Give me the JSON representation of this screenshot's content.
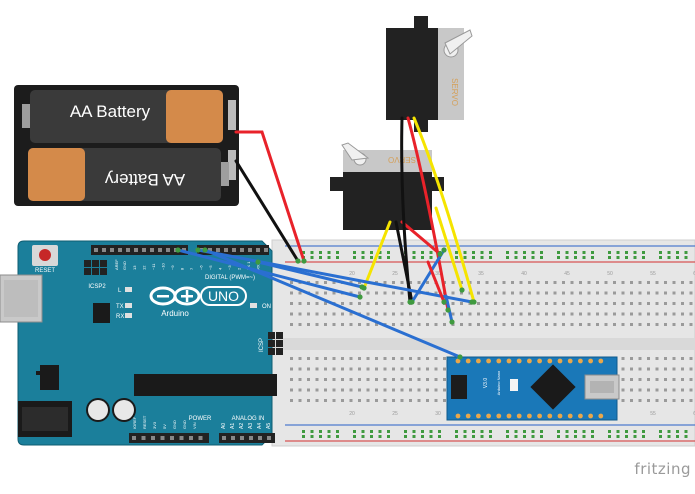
{
  "battery_pack": {
    "cell_top_label": "AA Battery",
    "cell_bottom_label": "AA Battery"
  },
  "servos": {
    "servo_a_label": "SERVO",
    "servo_b_label": "SERVO"
  },
  "arduino_uno": {
    "logo_text": "UNO",
    "brand_text": "Arduino",
    "reset_label": "RESET",
    "icsp2_label": "ICSP2",
    "icsp_label": "ICSP",
    "digital_label": "DIGITAL (PWM=~)",
    "aref_label": "AREF",
    "gnd_label": "GND",
    "on_label": "ON",
    "tx_label": "TX",
    "rx_label": "RX",
    "l_label": "L",
    "power_label": "POWER",
    "analog_label": "ANALOG IN",
    "power_pins": [
      "IOREF",
      "RESET",
      "3V3",
      "5V",
      "GND",
      "GND",
      "VIN"
    ],
    "analog_pins": [
      "A0",
      "A1",
      "A2",
      "A3",
      "A4",
      "A5"
    ],
    "digital_pins": [
      "13",
      "12",
      "~11",
      "~10",
      "~9",
      "8",
      "7",
      "~6",
      "~5",
      "4",
      "~3",
      "2",
      "TX 1",
      "RX 0"
    ]
  },
  "breadboard": {
    "column_numbers": [
      "20",
      "25",
      "30",
      "35",
      "40",
      "45",
      "50",
      "55",
      "60"
    ]
  },
  "arduino_nano": {
    "label_nano": "Arduino Nano",
    "label_version": "V3.0"
  },
  "footer": {
    "brand": "fritzing"
  },
  "colors": {
    "board_teal": "#1b7f9b",
    "breadboard": "#e6e6e6",
    "wire_red": "#e8222a",
    "wire_black": "#111111",
    "wire_yellow": "#f5e400",
    "wire_blue": "#2a6fd1",
    "battery_copper": "#d48a4a",
    "nano_blue": "#1a78b8"
  }
}
